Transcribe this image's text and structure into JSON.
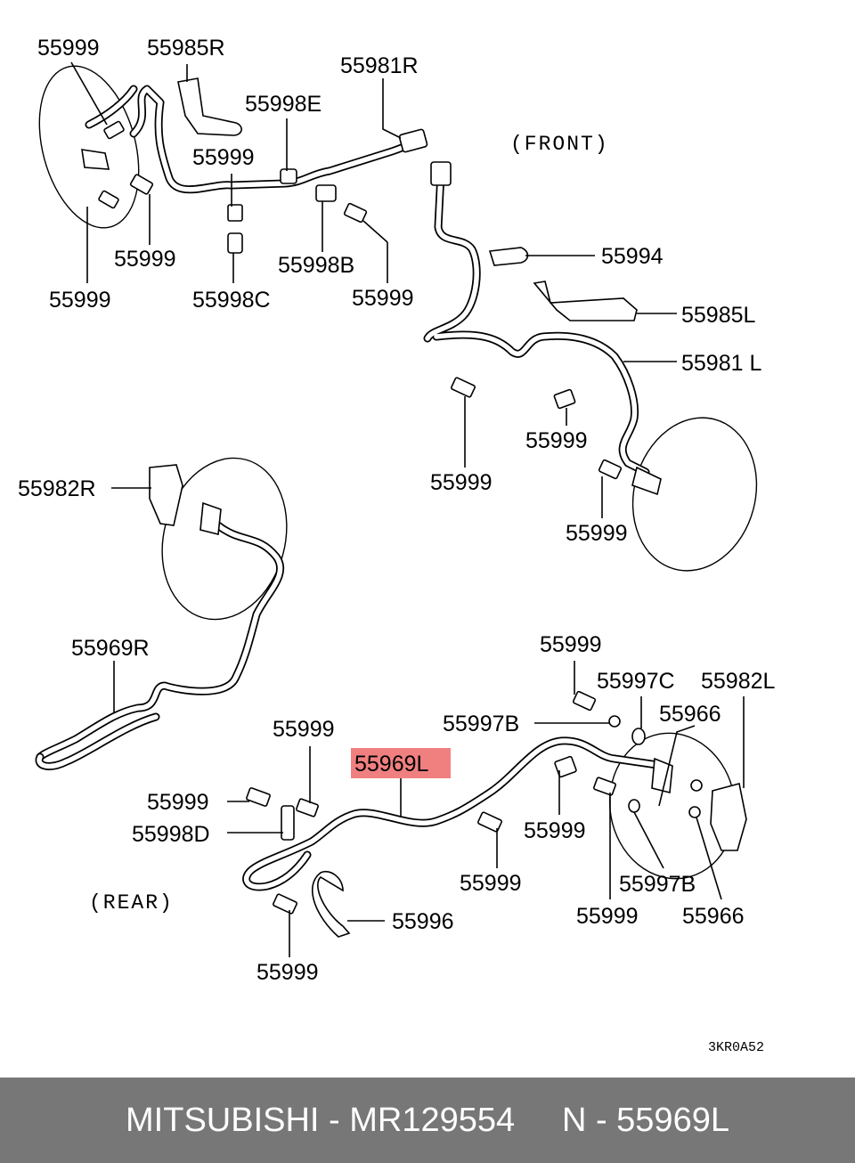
{
  "labels": {
    "l55999_tl": "55999",
    "l55985R": "55985R",
    "l55981R": "55981R",
    "l55998E": "55998E",
    "l55999_tc": "55999",
    "l55999_tm": "55999",
    "l55999_tb": "55999",
    "l55998C": "55998C",
    "l55998B": "55998B",
    "l55999_tr": "55999",
    "front": "(FRONT)",
    "l55994": "55994",
    "l55985L": "55985L",
    "l55981L": "55981 L",
    "l55999_mr1": "55999",
    "l55999_mc": "55999",
    "l55999_mr2": "55999",
    "l55982R": "55982R",
    "l55969R": "55969R",
    "l55999_br1": "55999",
    "l55997C": "55997C",
    "l55982L": "55982L",
    "l55997B_a": "55997B",
    "l55966_a": "55966",
    "l55999_bl1": "55999",
    "l55969L": "55969L",
    "l55999_bl2": "55999",
    "l55998D": "55998D",
    "l55999_bm": "55999",
    "l55999_bc": "55999",
    "rear": "(REAR)",
    "l55996": "55996",
    "l55997B_b": "55997B",
    "l55999_bb": "55999",
    "l55966_b": "55966",
    "l55999_bbl": "55999",
    "diagram_code": "3KR0A52"
  },
  "highlight_color": "#f08080",
  "footer": {
    "text": "MITSUBISHI - MR129554     N - 55969L"
  }
}
